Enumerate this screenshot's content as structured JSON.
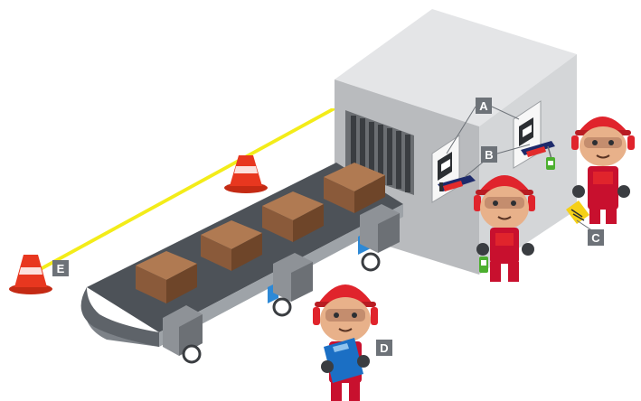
{
  "callouts": {
    "a": "A",
    "b": "B",
    "c": "C",
    "d": "D",
    "e": "E"
  },
  "colors": {
    "helmet": "#e0242c",
    "cone": "#e8371f",
    "barrier_line": "#f3ec19",
    "box": "#8a5a3a",
    "belt": "#4d5258",
    "machine": "#c5c7ca",
    "callout_bg": "#6d7278",
    "clipboard": "#1b6fc4",
    "lock_tag": "#4caf2f",
    "warning_tag": "#f5d016"
  }
}
